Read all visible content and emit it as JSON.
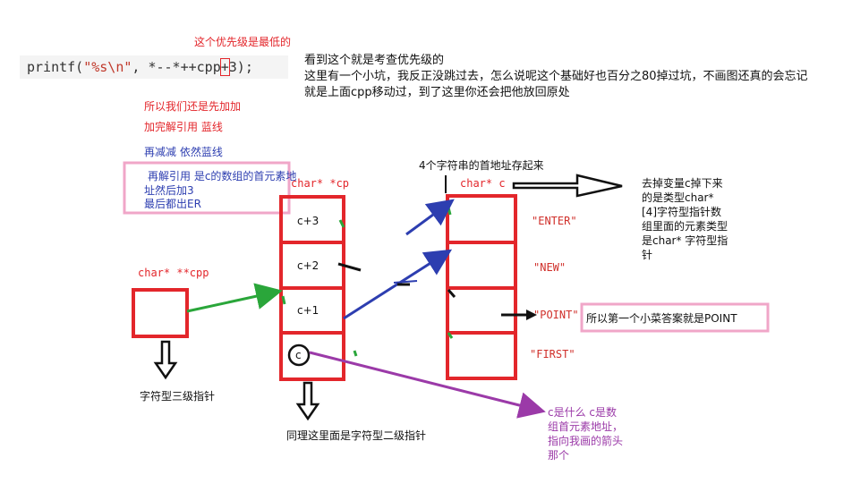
{
  "code": {
    "prefix": "printf(",
    "str": "\"%s\\n\"",
    "middle": ", *--*++cpp",
    "boxed": "+",
    "suffix": "3);"
  },
  "notes": {
    "priority_note": "这个优先级是最低的",
    "intro_lines": [
      "看到这个就是考查优先级的",
      "这里有一个小坑，我反正没跳过去，怎么说呢这个基础好也百分之80掉过坑，不画图还真的会忘记",
      "就是上面cpp移动过，到了这里你还会把他放回原处"
    ],
    "step1": "所以我们还是先加加",
    "step2": "加完解引用  蓝线",
    "step3": "再减减  依然蓝线",
    "step4_lines": [
      "再解引用 是c的数组的首元素地",
      "址然后加3",
      "最后都出ER"
    ],
    "cpp_decl": "char* **cpp",
    "cp_decl": "char* *cp",
    "c_decl": "char* c",
    "store_note": "4个字符串的首地址存起来",
    "type_note_lines": [
      "去掉变量c掉下来",
      "的是类型char*",
      "[4]字符型指针数",
      "组里面的元素类型",
      "是char* 字符型指",
      "针"
    ],
    "answer": "所以第一个小菜答案就是POINT",
    "cpp_type": "字符型三级指针",
    "cp_type": "同理这里面是字符型二级指针",
    "c_what_lines": [
      "c是什么  c是数",
      "组首元素地址，",
      "指向我画的箭头",
      "那个"
    ]
  },
  "cp_cells": [
    "c+3",
    "c+2",
    "c+1",
    "c"
  ],
  "c_strings": [
    "\"ENTER\"",
    "\"NEW\"",
    "\"POINT\"",
    "\"FIRST\""
  ],
  "colors": {
    "box_red": "#e3262b",
    "arrow_green": "#2aa63a",
    "arrow_blue": "#2d3eb0",
    "arrow_purple": "#9b3aa8",
    "pink_border": "#f0a6c8"
  }
}
